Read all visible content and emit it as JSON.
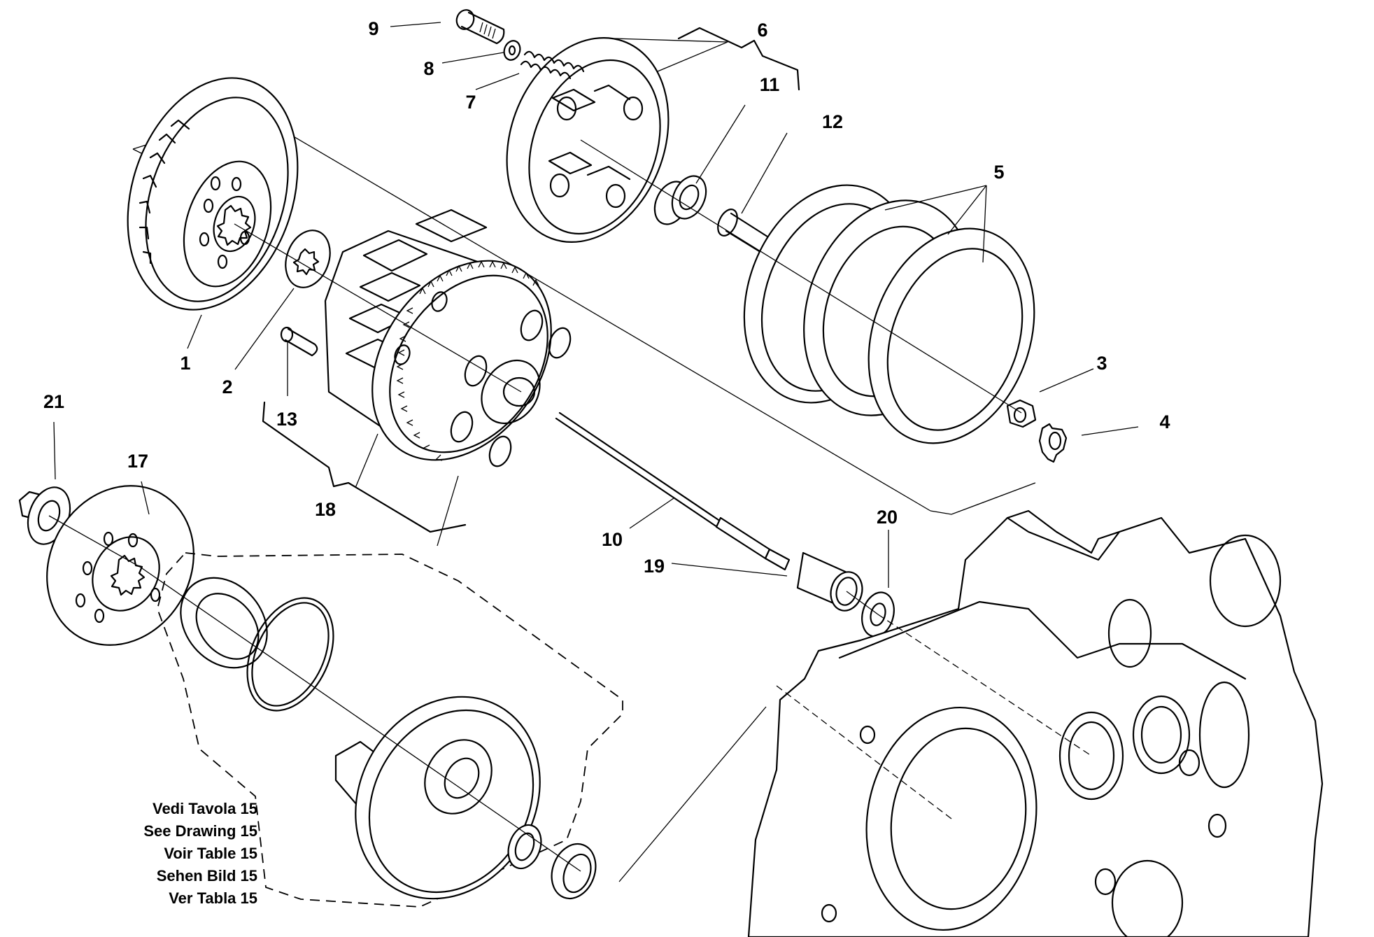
{
  "diagram": {
    "type": "exploded-parts-view",
    "subject": "clutch assembly",
    "callouts": [
      {
        "id": "1",
        "label": "1"
      },
      {
        "id": "2",
        "label": "2"
      },
      {
        "id": "3",
        "label": "3"
      },
      {
        "id": "4",
        "label": "4"
      },
      {
        "id": "5",
        "label": "5"
      },
      {
        "id": "6",
        "label": "6"
      },
      {
        "id": "7",
        "label": "7"
      },
      {
        "id": "8",
        "label": "8"
      },
      {
        "id": "9",
        "label": "9"
      },
      {
        "id": "10",
        "label": "10"
      },
      {
        "id": "11",
        "label": "11"
      },
      {
        "id": "12",
        "label": "12"
      },
      {
        "id": "13",
        "label": "13"
      },
      {
        "id": "17",
        "label": "17"
      },
      {
        "id": "18",
        "label": "18"
      },
      {
        "id": "19",
        "label": "19"
      },
      {
        "id": "20",
        "label": "20"
      },
      {
        "id": "21",
        "label": "21"
      }
    ],
    "reference_note": [
      "Vedi Tavola 15",
      "See Drawing 15",
      "Voir Table 15",
      "Sehen Bild 15",
      "Ver Tabla 15"
    ]
  }
}
